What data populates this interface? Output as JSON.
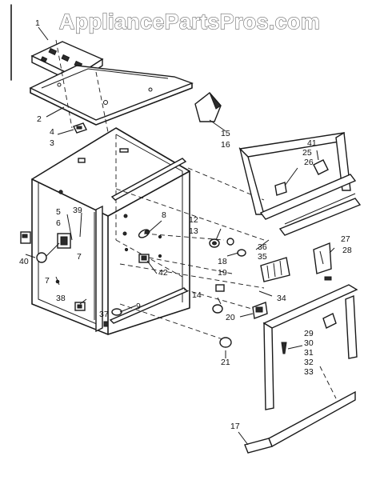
{
  "watermark": "AppliancePartsPros.com",
  "callouts": [
    {
      "id": "c1",
      "text": "1"
    },
    {
      "id": "c2",
      "text": "2"
    },
    {
      "id": "c4",
      "text": "4"
    },
    {
      "id": "c3",
      "text": "3"
    },
    {
      "id": "c5",
      "text": "5"
    },
    {
      "id": "c6",
      "text": "6"
    },
    {
      "id": "c39",
      "text": "39"
    },
    {
      "id": "c8",
      "text": "8"
    },
    {
      "id": "c40",
      "text": "40"
    },
    {
      "id": "c7a",
      "text": "7"
    },
    {
      "id": "c7b",
      "text": "7"
    },
    {
      "id": "c38",
      "text": "38"
    },
    {
      "id": "c37",
      "text": "37"
    },
    {
      "id": "c9",
      "text": "9"
    },
    {
      "id": "c42",
      "text": "42"
    },
    {
      "id": "c21",
      "text": "21"
    },
    {
      "id": "c12",
      "text": "12"
    },
    {
      "id": "c13",
      "text": "13"
    },
    {
      "id": "c18",
      "text": "18"
    },
    {
      "id": "c19",
      "text": "19"
    },
    {
      "id": "c14",
      "text": "14"
    },
    {
      "id": "c20",
      "text": "20"
    },
    {
      "id": "c34",
      "text": "34"
    },
    {
      "id": "c15",
      "text": "15"
    },
    {
      "id": "c16",
      "text": "16"
    },
    {
      "id": "c41",
      "text": "41"
    },
    {
      "id": "c25",
      "text": "25"
    },
    {
      "id": "c26",
      "text": "26"
    },
    {
      "id": "c36",
      "text": "36"
    },
    {
      "id": "c35",
      "text": "35"
    },
    {
      "id": "c27",
      "text": "27"
    },
    {
      "id": "c28",
      "text": "28"
    },
    {
      "id": "c29",
      "text": "29"
    },
    {
      "id": "c30",
      "text": "30"
    },
    {
      "id": "c31",
      "text": "31"
    },
    {
      "id": "c32",
      "text": "32"
    },
    {
      "id": "c33",
      "text": "33"
    },
    {
      "id": "c17",
      "text": "17"
    }
  ]
}
